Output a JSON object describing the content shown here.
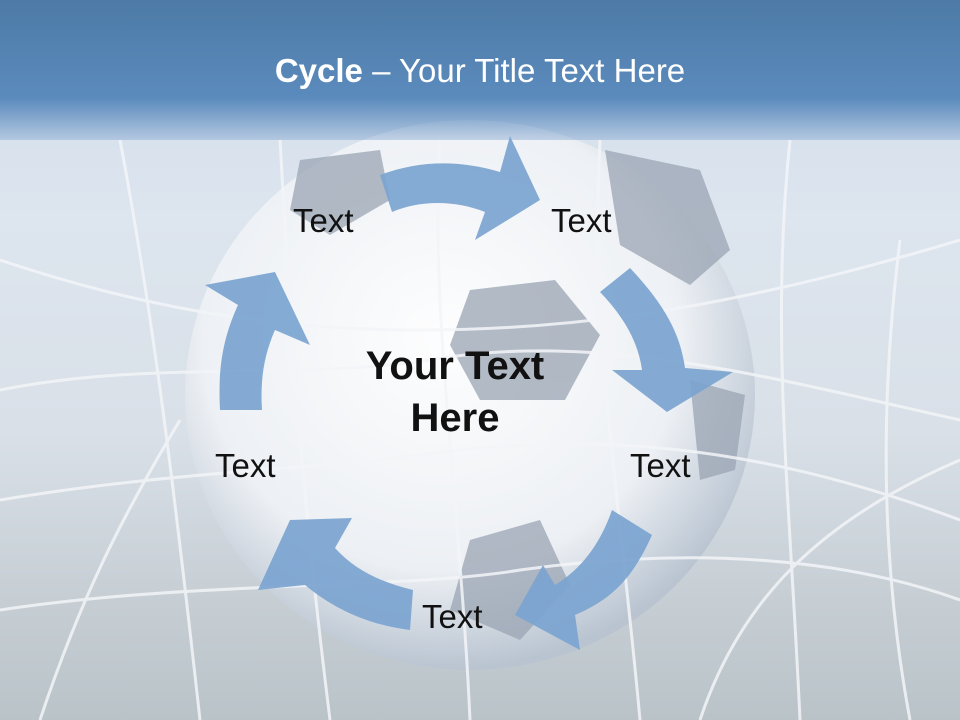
{
  "title": {
    "bold": "Cycle",
    "rest": " – Your Title Text Here"
  },
  "center": {
    "line1": "Your Text",
    "line2": "Here"
  },
  "labels": [
    "Text",
    "Text",
    "Text",
    "Text",
    "Text"
  ],
  "colors": {
    "arrow": "#7ba4d0",
    "title_band": "#5b8bbd",
    "title_text": "#ffffff"
  }
}
